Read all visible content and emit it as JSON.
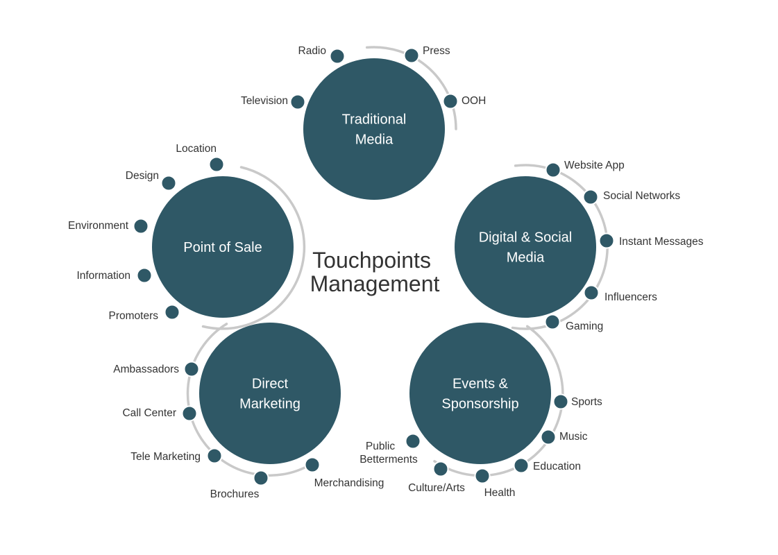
{
  "center_title": [
    "Touchpoints",
    "Management"
  ],
  "colors": {
    "hub": "#2f5866",
    "arc": "#c9c9c9",
    "text": "#333333"
  },
  "hubs": [
    {
      "id": "traditional-media",
      "title": [
        "Traditional",
        "Media"
      ],
      "items": [
        "Television",
        "Radio",
        "Press",
        "OOH"
      ]
    },
    {
      "id": "point-of-sale",
      "title": [
        "Point of Sale"
      ],
      "items": [
        "Location",
        "Design",
        "Environment",
        "Information",
        "Promoters"
      ]
    },
    {
      "id": "digital-social-media",
      "title": [
        "Digital & Social",
        "Media"
      ],
      "items": [
        "Website App",
        "Social Networks",
        "Instant Messages",
        "Influencers",
        "Gaming"
      ]
    },
    {
      "id": "direct-marketing",
      "title": [
        "Direct",
        "Marketing"
      ],
      "items": [
        "Ambassadors",
        "Call Center",
        "Tele Marketing",
        "Brochures",
        "Merchandising"
      ]
    },
    {
      "id": "events-sponsorship",
      "title": [
        "Events &",
        "Sponsorship"
      ],
      "items": [
        "Sports",
        "Music",
        "Education",
        "Health",
        "Culture/Arts",
        "Public Betterments"
      ]
    }
  ]
}
